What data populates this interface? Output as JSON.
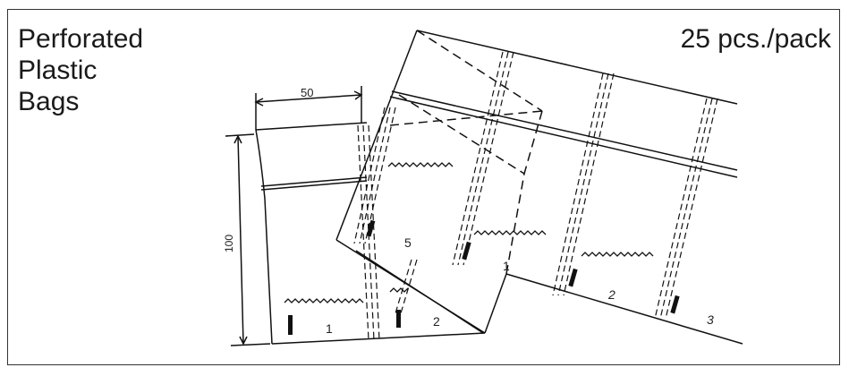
{
  "title_lines": [
    "Perforated",
    "Plastic",
    "Bags"
  ],
  "pack_info": "25 pcs./pack",
  "dimensions": {
    "width": "50",
    "height": "100"
  },
  "bag_numbers": [
    "1",
    "2",
    "1",
    "2",
    "3",
    "5"
  ]
}
